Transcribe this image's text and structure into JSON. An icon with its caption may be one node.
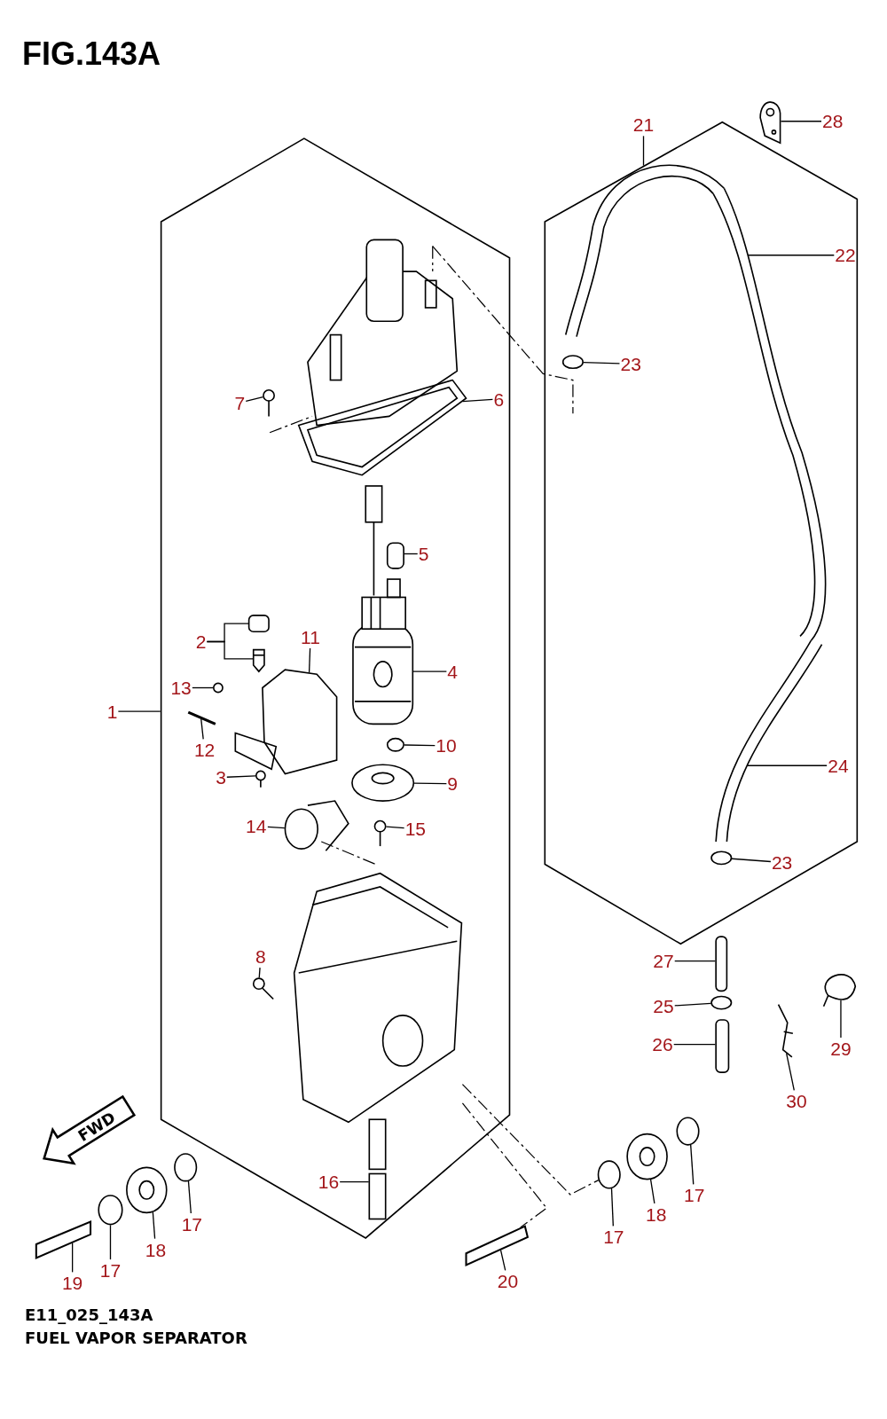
{
  "diagram": {
    "title": "FIG.143A",
    "caption": "FUEL VAPOR SEPARATOR",
    "nodes": [
      {
        "text": [],
        "shape": "hexagon"
      },
      {
        "text": [],
        "shape": "hexagon"
      },
      {
        "text": [
          "1"
        ]
      },
      {
        "text": [
          "2"
        ],
        "in": 0
      },
      {
        "text": [
          "3"
        ],
        "in": 0
      },
      {
        "text": [
          "4"
        ],
        "in": 0
      },
      {
        "text": [
          "5"
        ],
        "in": 0
      },
      {
        "text": [
          "6"
        ],
        "in": 0
      },
      {
        "text": [
          "7"
        ],
        "in": 0
      },
      {
        "text": [
          "8"
        ],
        "in": 0
      },
      {
        "text": [
          "9"
        ],
        "in": 0
      },
      {
        "text": [
          "10"
        ],
        "in": 0
      },
      {
        "text": [
          "11"
        ],
        "in": 0
      },
      {
        "text": [
          "12"
        ],
        "in": 0
      },
      {
        "text": [
          "13"
        ],
        "in": 0
      },
      {
        "text": [
          "14"
        ],
        "in": 0
      },
      {
        "text": [
          "15"
        ],
        "in": 0
      },
      {
        "text": [
          "16"
        ],
        "in": 0
      },
      {
        "text": [
          "17"
        ]
      },
      {
        "text": [
          "18"
        ]
      },
      {
        "text": [
          "17"
        ]
      },
      {
        "text": [
          "19"
        ]
      },
      {
        "text": [
          "20"
        ]
      },
      {
        "text": [
          "17"
        ]
      },
      {
        "text": [
          "18"
        ]
      },
      {
        "text": [
          "17"
        ]
      },
      {
        "text": [
          "21"
        ]
      },
      {
        "text": [
          "22"
        ],
        "in": 1
      },
      {
        "text": [
          "23"
        ],
        "in": 1
      },
      {
        "text": [
          "24"
        ],
        "in": 1
      },
      {
        "text": [
          "23"
        ],
        "in": 1
      },
      {
        "text": [
          "25"
        ]
      },
      {
        "text": [
          "26"
        ]
      },
      {
        "text": [
          "27"
        ]
      },
      {
        "text": [
          "28"
        ]
      },
      {
        "text": [
          "29"
        ]
      },
      {
        "text": [
          "30"
        ]
      },
      {
        "text": [],
        "shape": "box",
        "in": 0
      },
      {
        "text": [],
        "shape": "picture",
        "in": 0
      },
      {
        "text": [],
        "shape": "picture",
        "in": 0
      },
      {
        "text": [],
        "shape": "picture",
        "in": 0
      },
      {
        "text": [],
        "shape": "box",
        "in": 0
      },
      {
        "text": [],
        "shape": "picture",
        "in": 0
      },
      {
        "text": [],
        "shape": "picture",
        "in": 0
      },
      {
        "text": [],
        "shape": "picture",
        "in": 0
      },
      {
        "text": [],
        "shape": "picture",
        "in": 0
      },
      {
        "text": [],
        "shape": "circle",
        "in": 0
      },
      {
        "text": [],
        "shape": "picture",
        "in": 0
      },
      {
        "text": [],
        "shape": "bar",
        "in": 0
      },
      {
        "text": [],
        "shape": "circle",
        "in": 0
      },
      {
        "text": [],
        "shape": "picture",
        "in": 0
      },
      {
        "text": [],
        "shape": "picture",
        "in": 0
      },
      {
        "text": [],
        "shape": "box",
        "in": 0
      },
      {
        "text": [],
        "shape": "box",
        "in": 0
      },
      {
        "text": [],
        "shape": "circle"
      },
      {
        "text": [],
        "shape": "picture"
      },
      {
        "text": [],
        "shape": "circle"
      },
      {
        "text": [],
        "shape": "bar"
      },
      {
        "text": [],
        "shape": "bar"
      },
      {
        "text": [],
        "shape": "circle"
      },
      {
        "text": [],
        "shape": "picture"
      },
      {
        "text": [],
        "shape": "circle"
      },
      {
        "text": [],
        "shape": "picture",
        "in": 1
      },
      {
        "text": [],
        "shape": "circle",
        "in": 1
      },
      {
        "text": [],
        "shape": "picture",
        "in": 1
      },
      {
        "text": [],
        "shape": "circle",
        "in": 1
      },
      {
        "text": [],
        "shape": "circle"
      },
      {
        "text": [],
        "shape": "box"
      },
      {
        "text": [],
        "shape": "box"
      },
      {
        "text": [],
        "shape": "picture"
      },
      {
        "text": [],
        "shape": "picture"
      },
      {
        "text": [],
        "shape": "picture"
      },
      {
        "text": [],
        "shape": "picture",
        "in": 0
      }
    ],
    "edges": [
      {
        "from": 2,
        "to": 0,
        "arrow": "none"
      },
      {
        "from": 3,
        "to": 37,
        "arrow": "none"
      },
      {
        "from": 3,
        "to": 38,
        "arrow": "none"
      },
      {
        "from": 4,
        "to": 39,
        "arrow": "none"
      },
      {
        "from": 5,
        "to": 40,
        "arrow": "none"
      },
      {
        "from": 6,
        "to": 41,
        "arrow": "none"
      },
      {
        "from": 7,
        "to": 42,
        "arrow": "none"
      },
      {
        "from": 8,
        "to": 43,
        "arrow": "none"
      },
      {
        "from": 9,
        "to": 44,
        "arrow": "none"
      },
      {
        "from": 10,
        "to": 45,
        "arrow": "none"
      },
      {
        "from": 11,
        "to": 46,
        "arrow": "none"
      },
      {
        "from": 12,
        "to": 47,
        "arrow": "none"
      },
      {
        "from": 13,
        "to": 48,
        "arrow": "none"
      },
      {
        "from": 14,
        "to": 49,
        "arrow": "none"
      },
      {
        "from": 15,
        "to": 50,
        "arrow": "none"
      },
      {
        "from": 16,
        "to": 51,
        "arrow": "none"
      },
      {
        "from": 17,
        "to": 53,
        "arrow": "none"
      },
      {
        "from": 18,
        "to": 54,
        "arrow": "none"
      },
      {
        "from": 19,
        "to": 55,
        "arrow": "none"
      },
      {
        "from": 20,
        "to": 56,
        "arrow": "none"
      },
      {
        "from": 21,
        "to": 57,
        "arrow": "none"
      },
      {
        "from": 22,
        "to": 58,
        "arrow": "none"
      },
      {
        "from": 23,
        "to": 59,
        "arrow": "none"
      },
      {
        "from": 24,
        "to": 60,
        "arrow": "none"
      },
      {
        "from": 25,
        "to": 61,
        "arrow": "none"
      },
      {
        "from": 26,
        "to": 1,
        "arrow": "none"
      },
      {
        "from": 27,
        "to": 62,
        "arrow": "none"
      },
      {
        "from": 28,
        "to": 63,
        "arrow": "none"
      },
      {
        "from": 29,
        "to": 64,
        "arrow": "none"
      },
      {
        "from": 30,
        "to": 65,
        "arrow": "none"
      },
      {
        "from": 31,
        "to": 66,
        "arrow": "none"
      },
      {
        "from": 32,
        "to": 68,
        "arrow": "none"
      },
      {
        "from": 33,
        "to": 67,
        "arrow": "none"
      },
      {
        "from": 34,
        "to": 69,
        "arrow": "none"
      },
      {
        "from": 35,
        "to": 70,
        "arrow": "none"
      },
      {
        "from": 36,
        "to": 71,
        "arrow": "none"
      },
      {
        "from": 72,
        "to": 58,
        "arrow": "none",
        "style": "dashed"
      },
      {
        "from": 72,
        "to": 59,
        "arrow": "none",
        "style": "dashed"
      }
    ],
    "labels": [
      "FWD",
      "E11_025_143A"
    ]
  }
}
